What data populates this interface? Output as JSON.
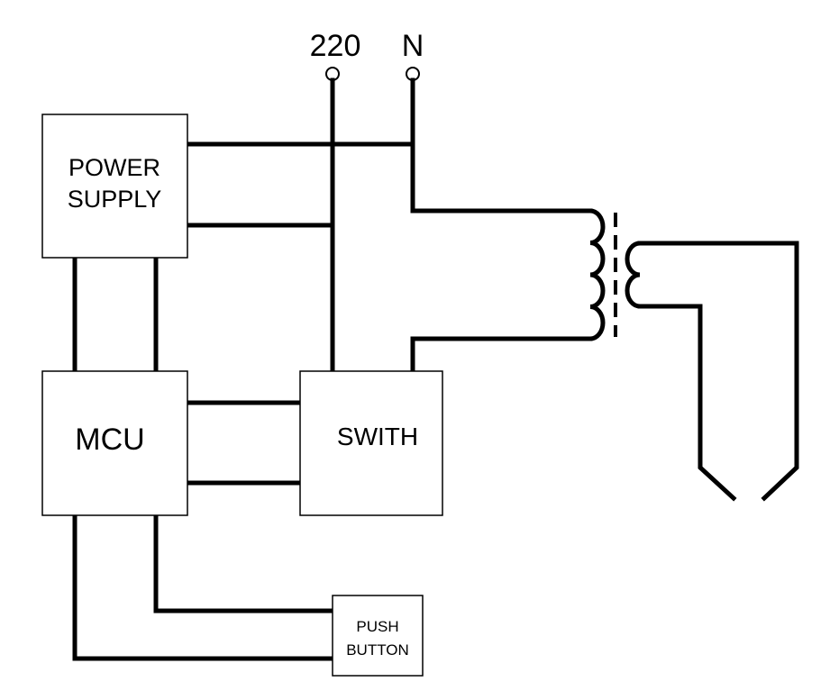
{
  "terminals": {
    "line": "220",
    "neutral": "N"
  },
  "blocks": {
    "power_supply": {
      "line1": "POWER",
      "line2": "SUPPLY"
    },
    "mcu": {
      "label": "MCU"
    },
    "switch": {
      "label": "SWITH"
    },
    "push_button": {
      "line1": "PUSH",
      "line2": "BUTTON"
    }
  }
}
